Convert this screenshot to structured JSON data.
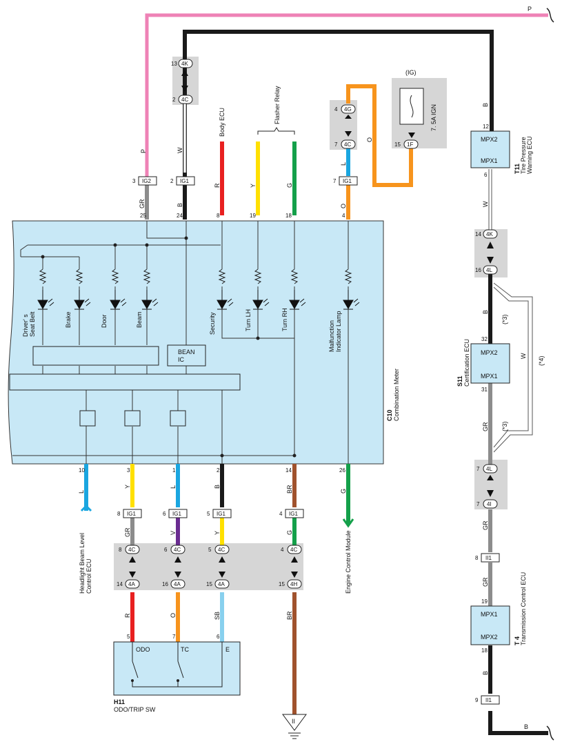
{
  "colors": {
    "P": "#ee82b6",
    "B": "#1a1a1a",
    "W": "#ffffff",
    "R": "#e82020",
    "Y": "#ffe000",
    "G": "#14a04a",
    "L": "#1aa6e0",
    "O": "#f7941d",
    "GR": "#8c8c8c",
    "V": "#6a2c91",
    "SB": "#88d0ee",
    "BR": "#a0522d",
    "meter": "#c8e8f6",
    "shade": "#d6d6d6"
  },
  "wires": {
    "P": "P",
    "B": "B",
    "W": "W",
    "R": "R",
    "Y": "Y",
    "G": "G",
    "L": "L",
    "O": "O",
    "GR": "GR",
    "V": "V",
    "SB": "SB",
    "BR": "BR"
  },
  "meter": {
    "code": "C10",
    "name": "Combination Meter",
    "bean_line1": "BEAN",
    "bean_line2": "IC"
  },
  "lamps": {
    "drivers_seat_belt_1": "Driver' s",
    "drivers_seat_belt_2": "Seat Belt",
    "brake": "Brake",
    "door": "Door",
    "beam": "Beam",
    "security": "Security",
    "turn_lh": "Turn LH",
    "turn_rh": "Turn RH",
    "mil_1": "Malfunction",
    "mil_2": "Indicator Lamp"
  },
  "labels": {
    "body_ecu": "Body ECU",
    "flasher_relay": "Flasher Relay",
    "ig": "(IG)",
    "fuse": "7. 5A IGN",
    "headlight_1": "Headlight Beam Level",
    "headlight_2": "Control ECU",
    "engine_control": "Engine Control Module",
    "odo_code": "H11",
    "odo_name": "ODO/TRIP SW",
    "odo": "ODO",
    "tc": "TC",
    "e": "E",
    "ground": "II"
  },
  "ecus": {
    "t11": {
      "code": "T11",
      "name_1": "Tire Pressure",
      "name_2": "Warning ECU",
      "top": "MPX2",
      "bottom": "MPX1",
      "pin_top": "12",
      "pin_bottom": "6"
    },
    "s11": {
      "code": "S11",
      "name": "Certification ECU",
      "top": "MPX2",
      "bottom": "MPX1",
      "pin_top": "32",
      "pin_bottom": "31"
    },
    "t4": {
      "code": "T 4",
      "name": "Transmission Control ECU",
      "top": "MPX1",
      "bottom": "MPX2",
      "pin_top": "19",
      "pin_bottom": "18"
    }
  },
  "notes": {
    "n3a": "(*3)",
    "n3b": "(*3)",
    "n4": "(*4)"
  },
  "connectors": {
    "ig2": "IG2",
    "ig1": "IG1",
    "c4k": "4K",
    "c4c": "4C",
    "c4g": "4G",
    "c1f": "1F",
    "c4l": "4L",
    "c4i": "4I",
    "ii1": "II1",
    "c4a": "4A",
    "c4h": "4H"
  },
  "pins": {
    "ig2_top": "3",
    "ig1_top_a": "2",
    "ig1_top_b": "7",
    "c4k_top": "13",
    "c4c_top": "2",
    "c4g_top": "4",
    "c4c_top2": "7",
    "c1f_top": "15",
    "m25": "25",
    "m24": "24",
    "m8": "8",
    "m19": "19",
    "m18": "18",
    "m4": "4",
    "m10": "10",
    "m3": "3",
    "m1": "1",
    "m2": "2",
    "m14": "14",
    "m26": "26",
    "b_ig1_1": "8",
    "b_ig1_2": "6",
    "b_ig1_3": "5",
    "b_ig1_4": "4",
    "b_4c_1": "8",
    "b_4c_2": "6",
    "b_4c_3": "5",
    "b_4c_4": "4",
    "b_4a_1": "14",
    "b_4a_2": "16",
    "b_4a_3": "15",
    "b_4h_4": "15",
    "odo_5": "5",
    "odo_7": "7",
    "odo_6": "6",
    "r_4k": "14",
    "r_4l": "16",
    "r_4l2": "7",
    "r_4i": "7",
    "r_ii1_a": "8",
    "r_ii1_b": "9"
  }
}
